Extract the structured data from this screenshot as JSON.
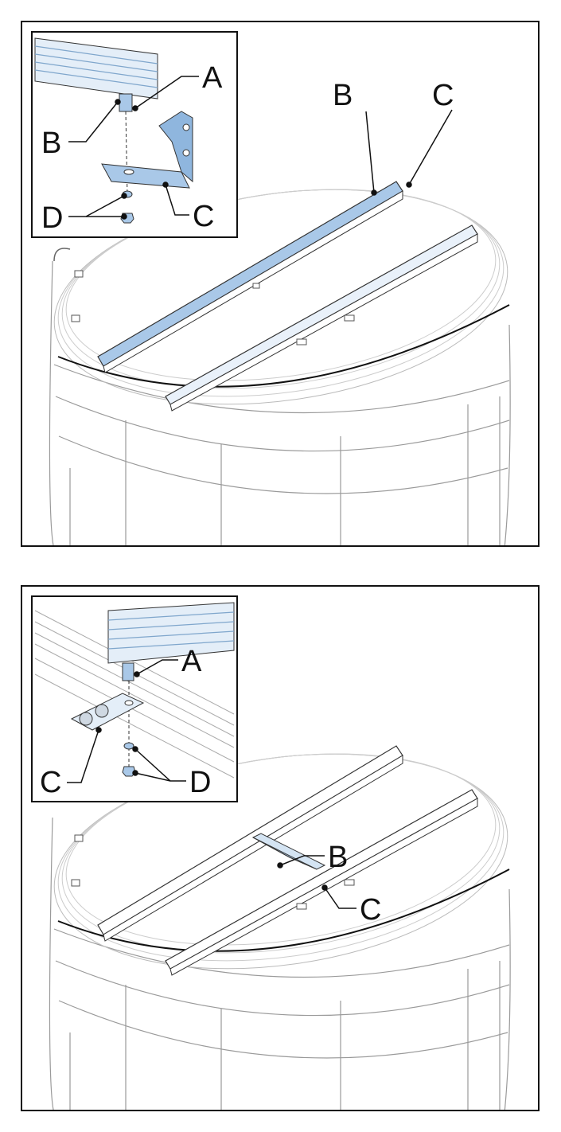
{
  "colors": {
    "accent": "#a9c8e8",
    "accent_dark": "#6f9fd0",
    "line": "#222222",
    "faint": "#9a9a9a"
  },
  "panel1": {
    "inset_labels": {
      "a": "A",
      "b": "B",
      "c": "C",
      "d": "D"
    },
    "main_labels": {
      "b": "B",
      "c": "C"
    }
  },
  "panel2": {
    "inset_labels": {
      "a": "A",
      "c": "C",
      "d": "D"
    },
    "main_labels": {
      "b": "B",
      "c": "C"
    }
  }
}
